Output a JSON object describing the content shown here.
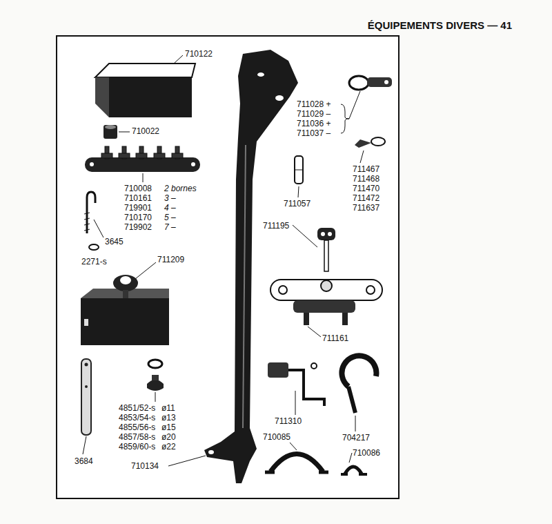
{
  "diagram": {
    "title": "ÉQUIPEMENTS DIVERS — 41",
    "labels": [
      "710122",
      "710022",
      "710008",
      "2 bornes",
      "710161",
      "3 –",
      "719901",
      "4 –",
      "710170",
      "5 –",
      "719902",
      "7 –",
      "3645",
      "2271-s",
      "711209",
      "3684",
      "4851/52-s",
      "ø11",
      "4853/54-s",
      "ø13",
      "4855/56-s",
      "ø15",
      "4857/58-s",
      "ø20",
      "4859/60-s",
      "ø22",
      "710134",
      "711028 +",
      "711029 –",
      "711036 +",
      "711037 –",
      "711467",
      "711468",
      "711470",
      "711472",
      "711637",
      "711057",
      "711195",
      "711161",
      "711310",
      "704217",
      "710085",
      "710086"
    ]
  }
}
